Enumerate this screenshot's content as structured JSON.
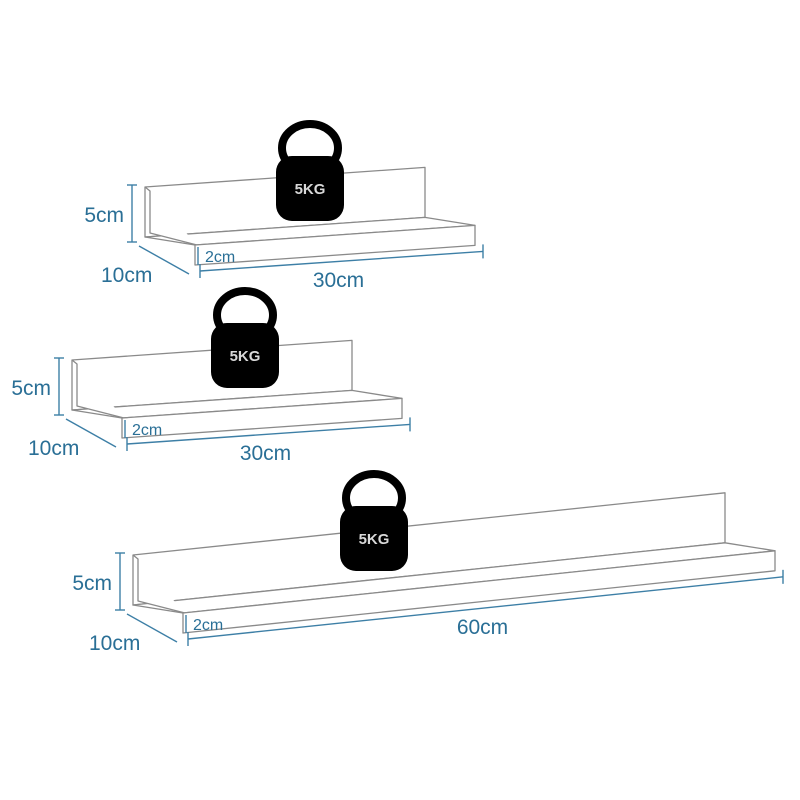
{
  "shelves": [
    {
      "height": "5cm",
      "depth": "10cm",
      "lip": "2cm",
      "length": "30cm",
      "load": "5KG"
    },
    {
      "height": "5cm",
      "depth": "10cm",
      "lip": "2cm",
      "length": "30cm",
      "load": "5KG"
    },
    {
      "height": "5cm",
      "depth": "10cm",
      "lip": "2cm",
      "length": "60cm",
      "load": "5KG"
    }
  ],
  "colors": {
    "dimension": "#2a6f96",
    "kettlebell": "#000000"
  }
}
